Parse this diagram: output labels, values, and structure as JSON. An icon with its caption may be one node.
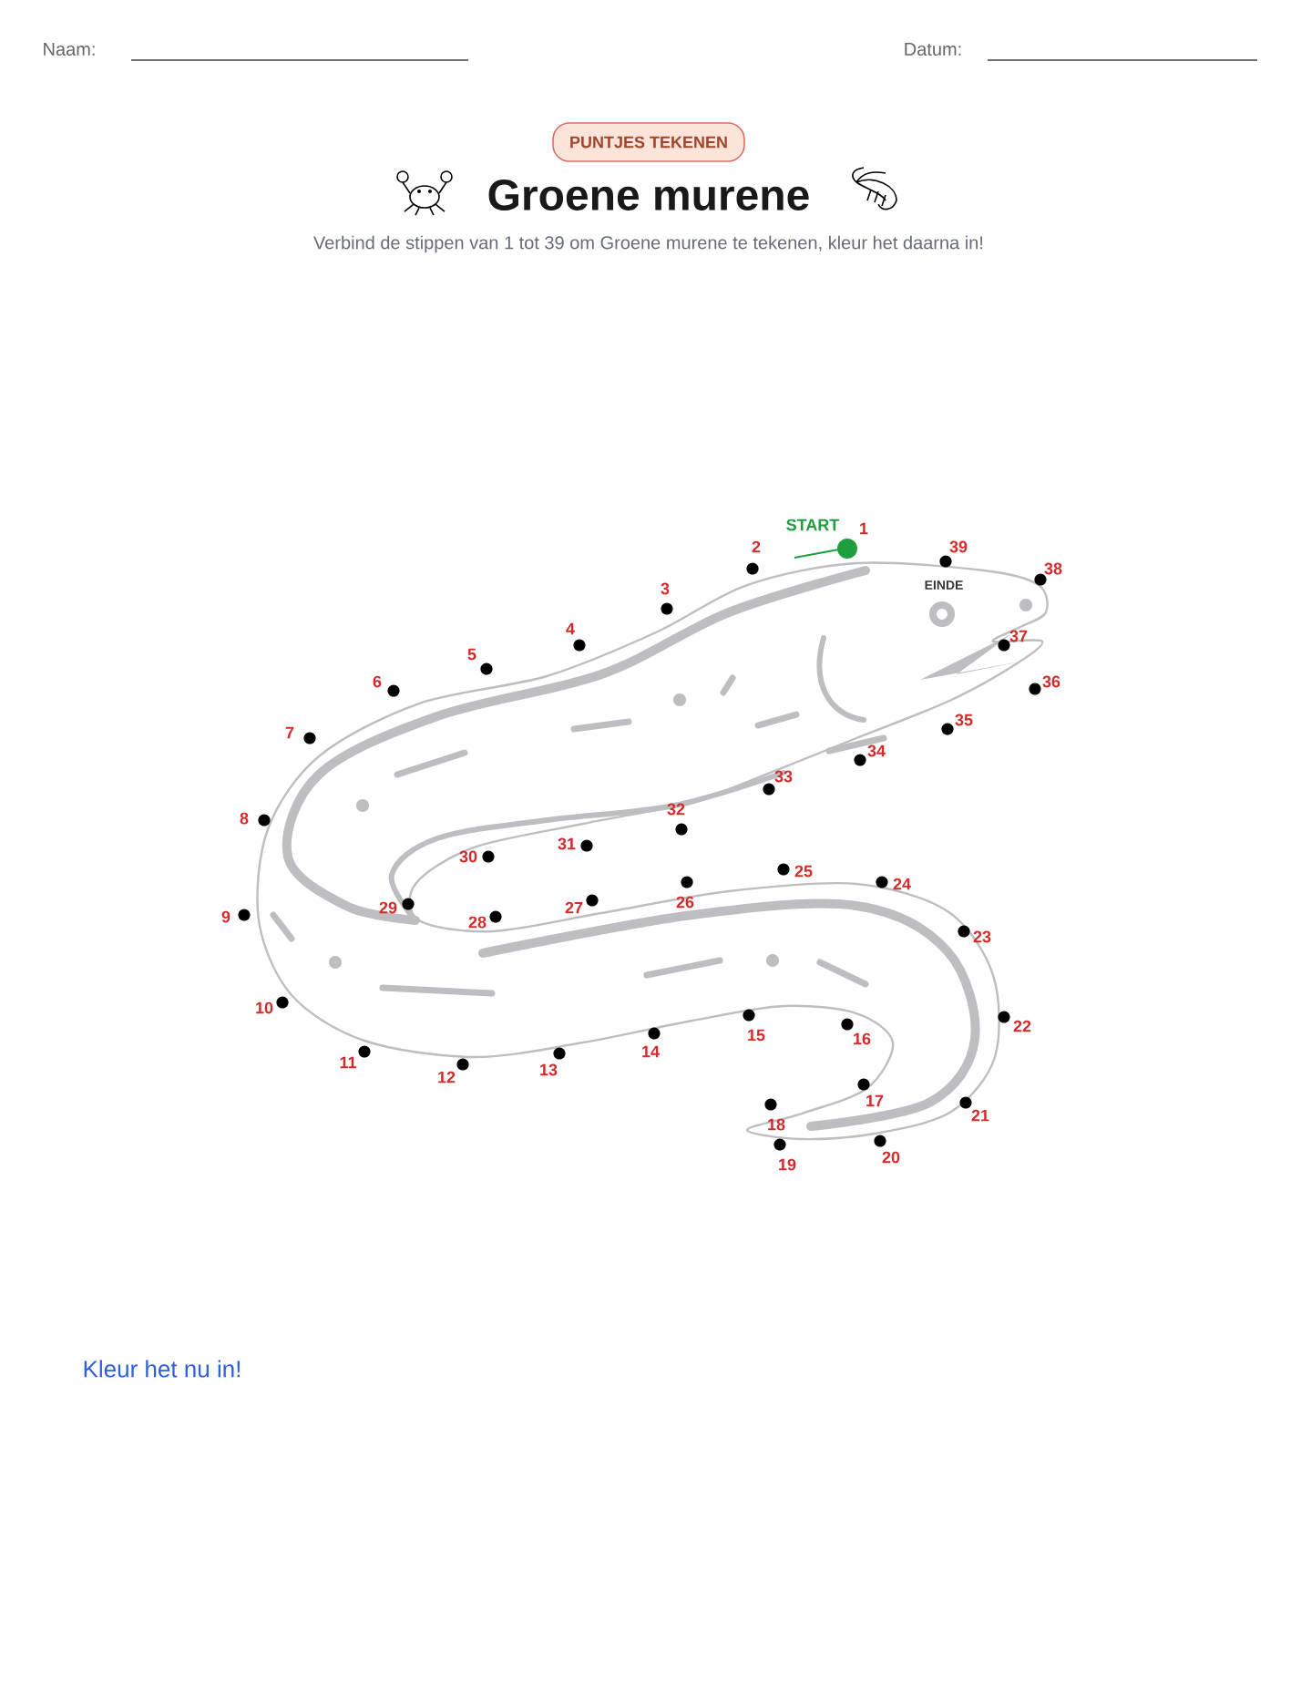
{
  "diagram": {
    "title": "Groene murene",
    "nodes": [
      {
        "text": [
          "PUNTJES TEKENEN"
        ]
      }
    ],
    "labels": [
      "Naam:",
      "Datum:",
      "Verbind de stippen van 1 tot 39 om Groene murene te tekenen, kleur het daarna in!",
      "START",
      "1",
      "2",
      "3",
      "4",
      "5",
      "6",
      "7",
      "8",
      "9",
      "10",
      "11",
      "12",
      "13",
      "14",
      "15",
      "16",
      "17",
      "18",
      "19",
      "20",
      "21",
      "22",
      "23",
      "24",
      "25",
      "26",
      "27",
      "28",
      "29",
      "30",
      "31",
      "32",
      "33",
      "34",
      "35",
      "36",
      "37",
      "38",
      "39",
      "EINDE",
      "Kleur het nu in!"
    ]
  }
}
